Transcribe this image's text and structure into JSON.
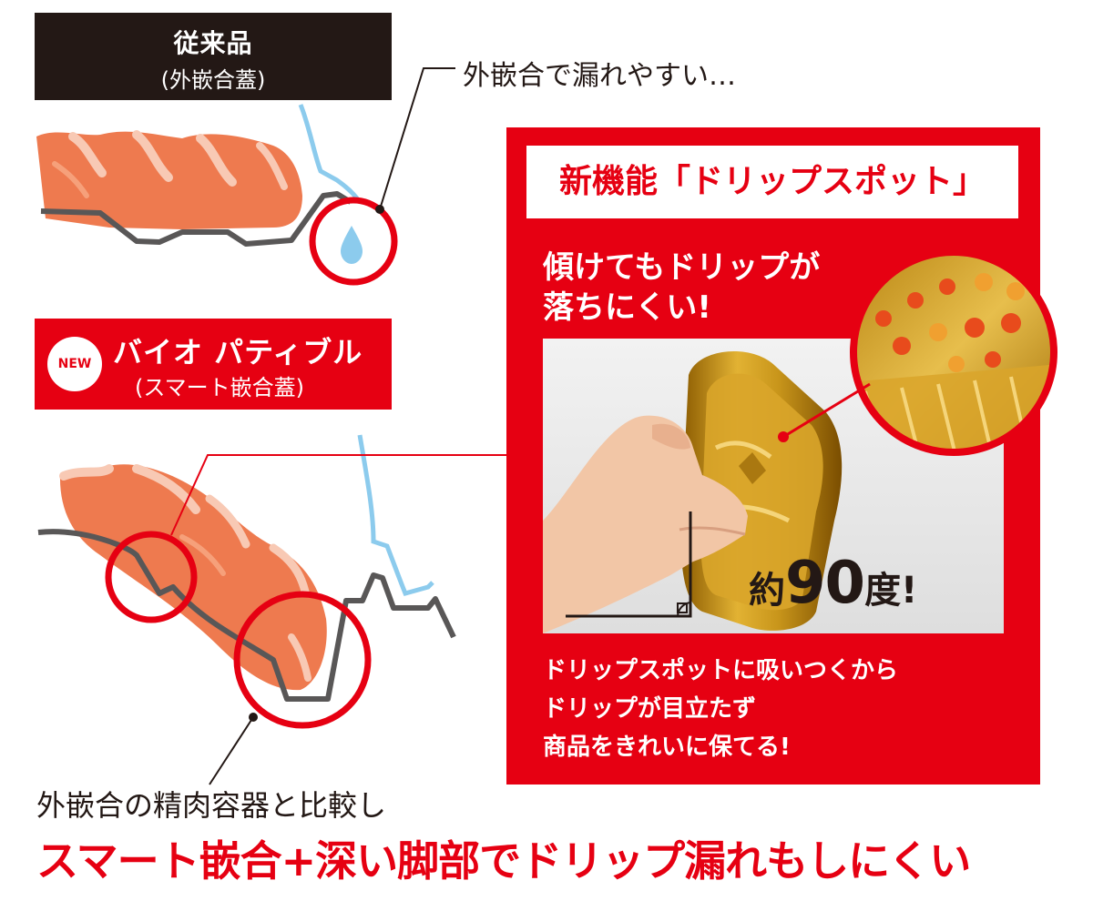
{
  "legacy": {
    "name": "従来品",
    "subname": "(外嵌合蓋)",
    "caption": "外嵌合で漏れやすい…"
  },
  "new_product": {
    "badge": "NEW",
    "name": "バイオ パティブル",
    "subname": "(スマート嵌合蓋)"
  },
  "feature": {
    "title": "新機能「ドリップスポット」",
    "sub_line1": "傾けてもドリップが",
    "sub_line2": "落ちにくい!",
    "angle_prefix": "約",
    "angle_value": "90",
    "angle_suffix": "度!",
    "desc_line1": "ドリップスポットに吸いつくから",
    "desc_line2": "ドリップが目立たず",
    "desc_line3": "商品をきれいに保てる!"
  },
  "compare_caption": "外嵌合の精肉容器と比較し",
  "headline": "スマート嵌合+深い脚部でドリップ漏れもしにくい",
  "colors": {
    "brand_red": "#e60012",
    "dark": "#231815",
    "meat": "#ee7a4f",
    "meat_fat": "#f8c9b4",
    "drip_blue": "#8ccbed",
    "tray_gold": "#c9961b"
  }
}
